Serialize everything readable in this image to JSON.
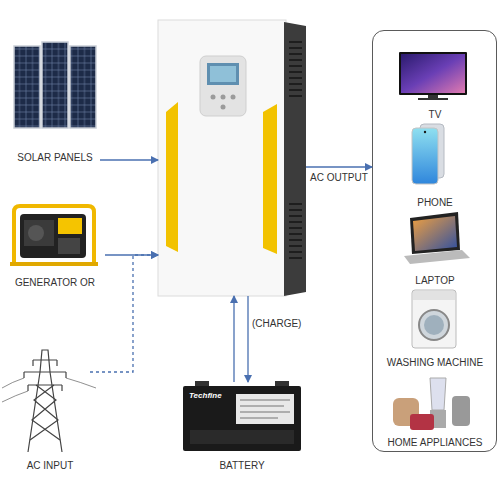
{
  "diagram": {
    "nodes": [
      {
        "text": [
          "SOLAR PANELS"
        ]
      },
      {
        "text": [
          "GENERATOR OR"
        ]
      },
      {
        "text": [
          "AC INPUT"
        ]
      },
      {
        "text": []
      },
      {
        "text": [
          "BATTERY"
        ]
      },
      {
        "text": []
      },
      {
        "text": [
          "TV"
        ],
        "in": 5
      },
      {
        "text": [
          "PHONE"
        ],
        "in": 5
      },
      {
        "text": [
          "LAPTOP"
        ],
        "in": 5
      },
      {
        "text": [
          "WASHING MACHINE"
        ],
        "in": 5
      },
      {
        "text": [
          "HOME APPLIANCES"
        ],
        "in": 5
      }
    ],
    "edges": [
      {
        "from": 0,
        "to": 3,
        "arrow": "to"
      },
      {
        "from": 1,
        "to": 3,
        "arrow": "to"
      },
      {
        "from": 2,
        "to": 3,
        "arrow": "to"
      },
      {
        "from": 3,
        "to": 4,
        "label": "(CHARGE)",
        "arrow": "to"
      },
      {
        "from": 4,
        "to": 3,
        "arrow": "to"
      },
      {
        "from": 3,
        "to": 5,
        "label": "AC OUTPUT",
        "arrow": "to"
      }
    ],
    "labels": [
      "Techfine"
    ]
  }
}
